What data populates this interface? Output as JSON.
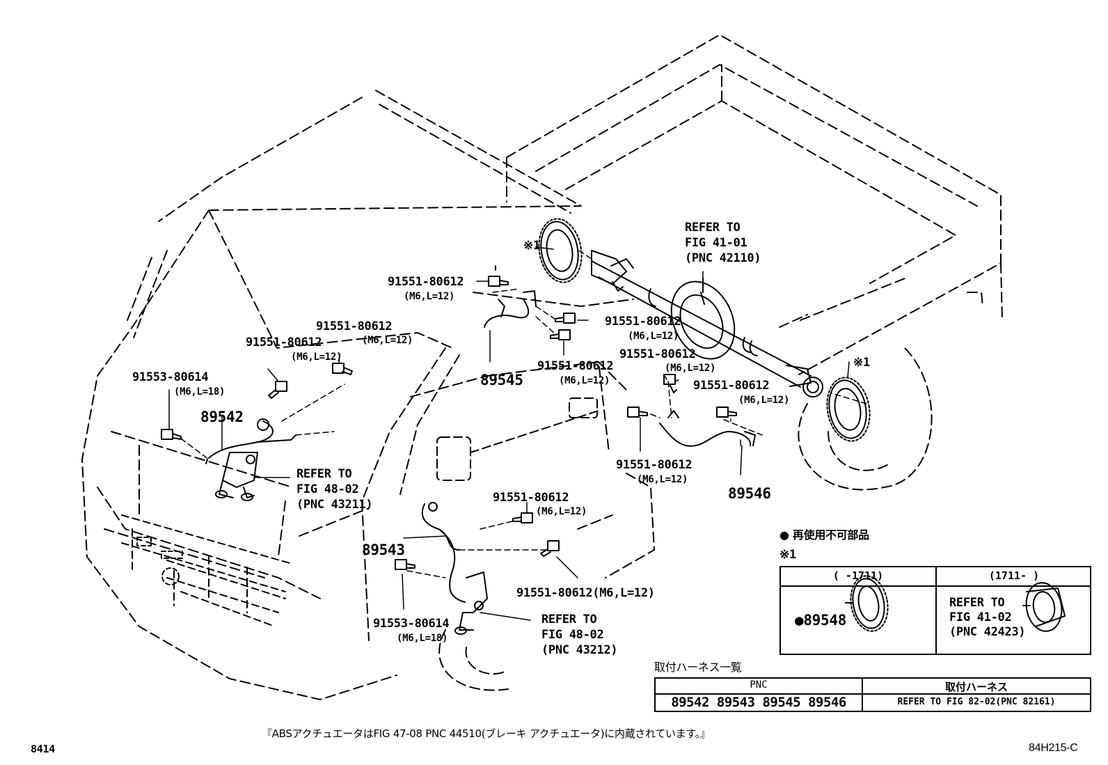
{
  "labels": {
    "p91551_a": "91551-80612",
    "p91551_a_sub": "(M6,L=12)",
    "p91551_b": "91551-80612",
    "p91551_b_sub": "(M6,L=12)",
    "p91551_c": "91551-80612",
    "p91551_c_sub": "(M6,L=12)",
    "p91551_d": "91551-80612",
    "p91551_d_sub": "(M6,L=12)",
    "p91551_e": "91551-80612",
    "p91551_e_sub": "(M6,L=12)",
    "p91551_f": "91551-80612",
    "p91551_f_sub": "(M6,L=12)",
    "p91551_g": "91551-80612",
    "p91551_g_sub": "(M6,L=12)",
    "p91551_h": "91551-80612",
    "p91551_h_sub": "(M6,L=12)",
    "p91551_i": "91551-80612",
    "p91551_i_sub": "(M6,L=12)",
    "p91551_j": "91551-80612(M6,L=12)",
    "p91553_a": "91553-80614",
    "p91553_a_sub": "(M6,L=18)",
    "p91553_b": "91553-80614",
    "p91553_b_sub": "(M6,L=18)",
    "p89542": "89542",
    "p89543": "89543",
    "p89545": "89545",
    "p89546": "89546",
    "mark1_a": "※1",
    "mark1_b": "※1",
    "refer_axle": [
      "REFER TO",
      "FIG 41-01",
      "(PNC 42110)"
    ],
    "refer_front_left": [
      "REFER TO",
      "FIG 48-02",
      "(PNC 43211)"
    ],
    "refer_front_right": [
      "REFER TO",
      "FIG 48-02",
      "(PNC 43212)"
    ]
  },
  "legend": {
    "non_reusable": "● 再使用不可部品",
    "mark": "※1"
  },
  "variant_table": {
    "col1_header": "(     -1711)",
    "col2_header": "(1711-      )",
    "col1_part": "●89548",
    "col2_refer": [
      "REFER TO",
      "FIG 41-02",
      "(PNC 42423)"
    ]
  },
  "harness_table": {
    "title": "取付ハーネス一覧",
    "header_pnc": "PNC",
    "header_harness": "取付ハーネス",
    "pnc_value": "89542 89543 89545 89546",
    "harness_value": "REFER TO FIG 82-02(PNC 82161)"
  },
  "footer": {
    "note": "『ABSアクチュエータはFIG 47-08 PNC 44510(ブレーキ アクチュエータ)に内蔵されています。』",
    "left_code": "8414",
    "right_code": "84H215-C"
  }
}
